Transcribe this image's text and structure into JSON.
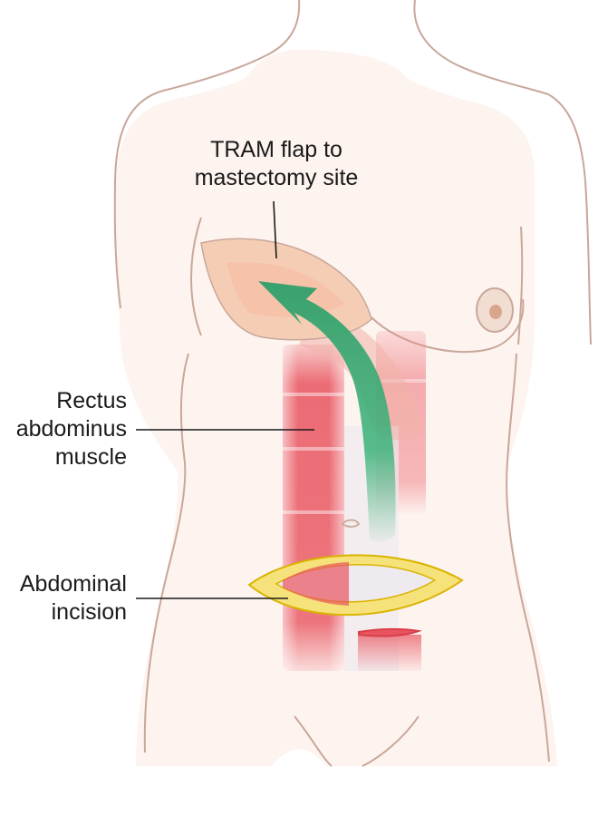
{
  "labels": {
    "tram_flap": {
      "line1": "TRAM flap to",
      "line2": "mastectomy site"
    },
    "rectus": {
      "line1": "Rectus",
      "line2": "abdominus",
      "line3": "muscle"
    },
    "incision": {
      "line1": "Abdominal",
      "line2": "incision"
    }
  },
  "colors": {
    "skin": "#fdf3ef",
    "outline": "#c9a79a",
    "muscle": "#e9545f",
    "flap": "#f4cdb4",
    "arrow": "#3db27a",
    "incision": "#f3d21c",
    "nipple": "#d9a58d"
  }
}
